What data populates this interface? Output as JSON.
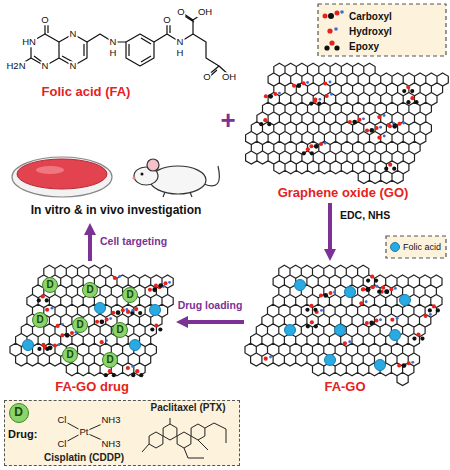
{
  "diagram": {
    "nodes": [
      {
        "text": [
          "Folic acid (FA)"
        ]
      },
      {
        "text": [
          "Graphene oxide (GO)"
        ]
      },
      {
        "text": [
          "In vitro & in vivo investigation"
        ]
      },
      {
        "text": [
          "FA-GO drug"
        ]
      },
      {
        "text": [
          "FA-GO"
        ]
      },
      {
        "text": [
          "Drug:",
          "Cisplatin (CDDP)",
          "Paclitaxel (PTX)"
        ]
      },
      {
        "text": [
          "D"
        ],
        "in": 5
      }
    ],
    "edges": [
      {
        "from": 1,
        "to": 4,
        "arrow": "to",
        "label": "EDC, NHS"
      },
      {
        "from": 4,
        "to": 3,
        "arrow": "to",
        "label": "Drug loading"
      },
      {
        "from": 3,
        "to": 2,
        "arrow": "to",
        "label": "Cell targeting"
      }
    ],
    "labels": [
      "+",
      "O",
      "HN",
      "H2N",
      "N",
      "N",
      "N",
      "N",
      "H",
      "O",
      "N",
      "H",
      "O",
      "OH",
      "O",
      "OH",
      "D",
      "D",
      "D",
      "D",
      "D",
      "D",
      "D",
      "D",
      "Cl",
      "Cl",
      "Pt",
      "NH3",
      "NH3"
    ],
    "legend": [
      {
        "text": "Carboxyl"
      },
      {
        "text": "Hydroxyl"
      },
      {
        "text": "Epoxy"
      },
      {
        "text": "Folic acid",
        "color": "#29abe2"
      }
    ]
  }
}
